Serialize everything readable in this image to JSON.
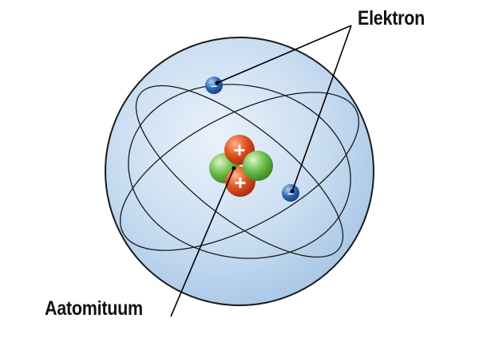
{
  "labels": {
    "electron": "Elektron",
    "nucleus": "Aatomituum"
  },
  "particles": {
    "proton_symbol": "+",
    "electron_symbol": "–"
  },
  "colors": {
    "atom_fill": "#bcd6ee",
    "atom_outline": "#1a1a1a",
    "proton": "#e0521e",
    "neutron": "#6cbf4a",
    "electron": "#2a68b4",
    "leader_line": "#000000"
  },
  "structure": {
    "orbit_count": 3,
    "electron_count": 2,
    "proton_count": 2,
    "neutron_count": 2
  }
}
